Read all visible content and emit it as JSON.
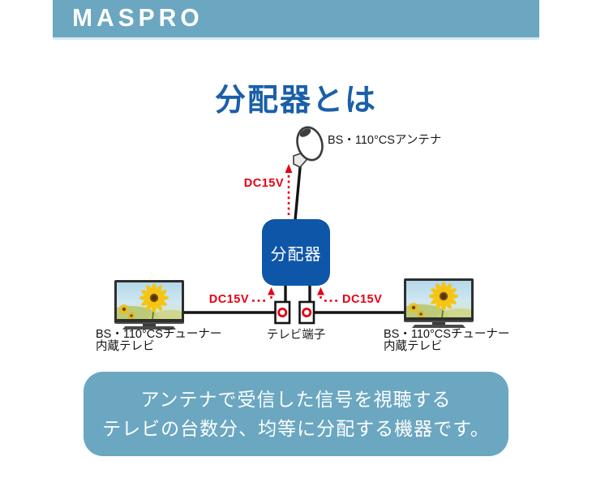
{
  "header": {
    "brand": "MASPRO"
  },
  "title": "分配器とは",
  "colors": {
    "teal": "#6BA7C1",
    "title_blue": "#1A5FA9",
    "box_blue": "#0E57A8",
    "signal_red": "#E60012",
    "line_black": "#141414"
  },
  "diagram": {
    "antenna_label": "BS・110°CSアンテナ",
    "splitter_label": "分配器",
    "terminal_label": "テレビ端子",
    "dc_labels": {
      "top": "DC15V",
      "left": "DC15V",
      "right": "DC15V"
    },
    "tv_left": {
      "line1": "BS・110°CSチューナー",
      "line2": "内蔵テレビ"
    },
    "tv_right": {
      "line1": "BS・110°CSチューナー",
      "line2": "内蔵テレビ"
    }
  },
  "footer": {
    "line1": "アンテナで受信した信号を視聴する",
    "line2": "テレビの台数分、均等に分配する機器です。"
  }
}
